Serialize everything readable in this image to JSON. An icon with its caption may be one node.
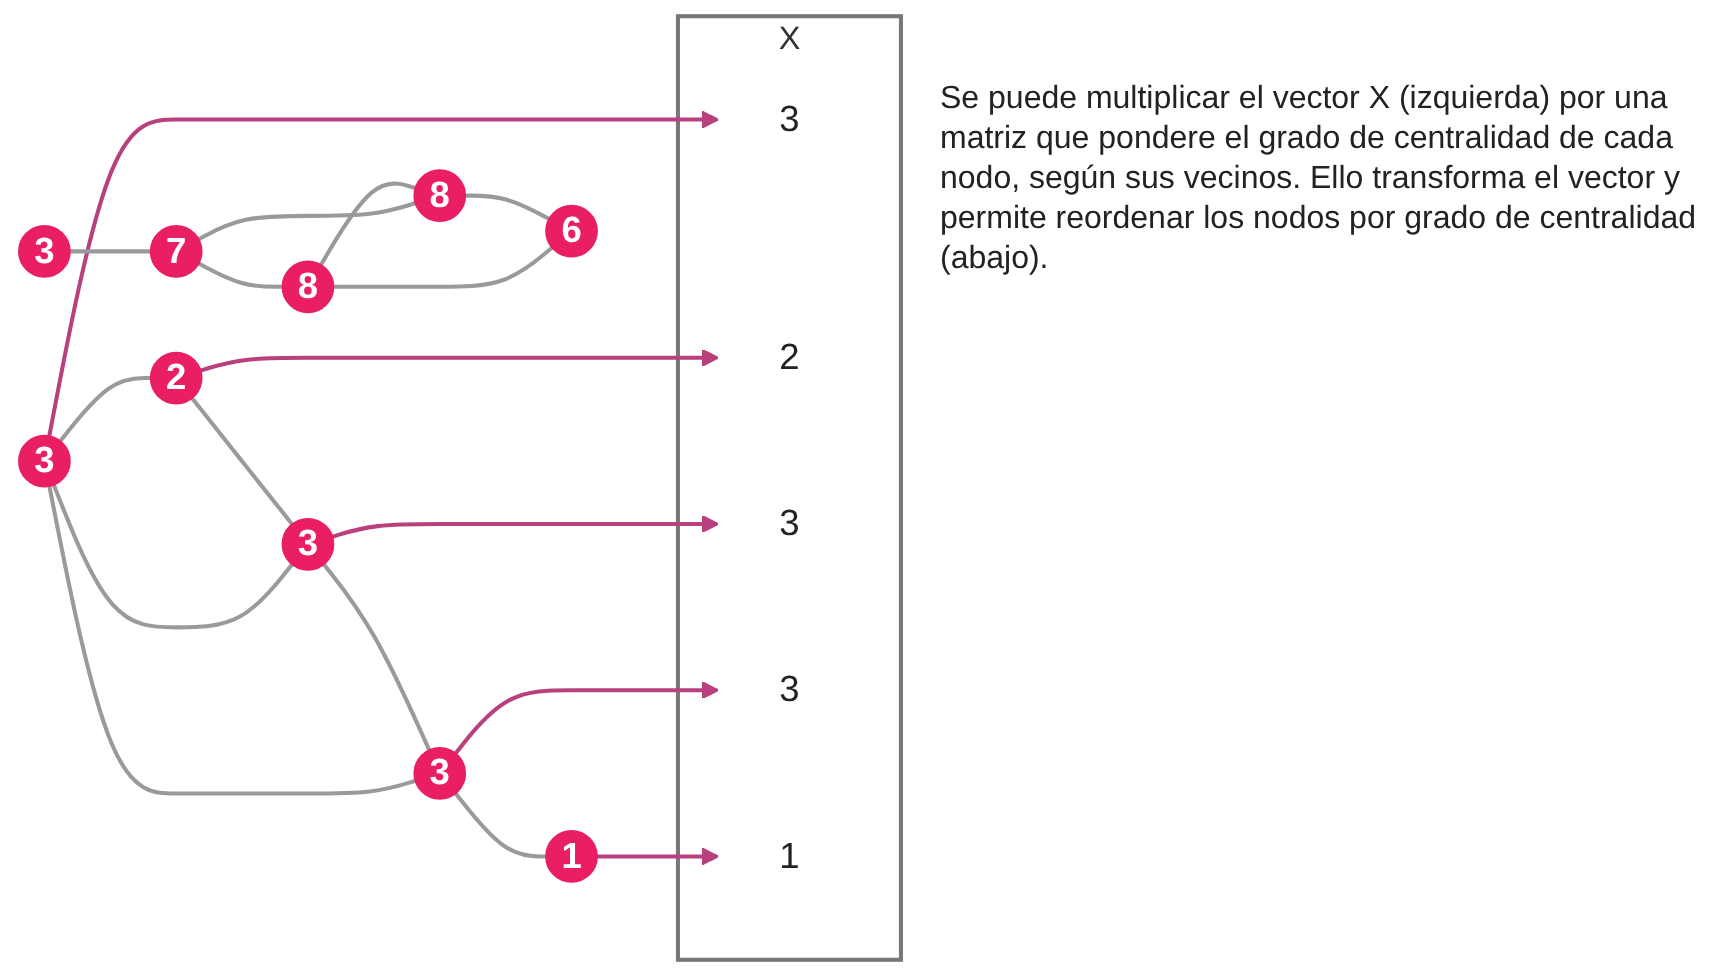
{
  "diagram": {
    "nodes": [
      {
        "text": [
          "3"
        ]
      },
      {
        "text": [
          "2"
        ]
      },
      {
        "text": [
          "3"
        ]
      },
      {
        "text": [
          "3"
        ]
      },
      {
        "text": [
          "1"
        ]
      },
      {
        "text": [
          "X"
        ]
      },
      {
        "text": [
          "3"
        ],
        "in": 5
      },
      {
        "text": [
          "2"
        ],
        "in": 5
      },
      {
        "text": [
          "3"
        ],
        "in": 5
      },
      {
        "text": [
          "3"
        ],
        "in": 5
      },
      {
        "text": [
          "1"
        ],
        "in": 5
      },
      {
        "text": [
          "3"
        ]
      },
      {
        "text": [
          "7"
        ]
      },
      {
        "text": [
          "8"
        ]
      },
      {
        "text": [
          "6"
        ]
      },
      {
        "text": [
          "8"
        ]
      }
    ],
    "edges": [
      {
        "from": 0,
        "to": 1,
        "arrow": "none"
      },
      {
        "from": 0,
        "to": 2,
        "arrow": "none"
      },
      {
        "from": 0,
        "to": 3,
        "arrow": "none"
      },
      {
        "from": 1,
        "to": 2,
        "arrow": "none"
      },
      {
        "from": 2,
        "to": 3,
        "arrow": "none"
      },
      {
        "from": 3,
        "to": 4,
        "arrow": "none"
      },
      {
        "from": 0,
        "to": 6,
        "arrow": "to",
        "color": "#b8407e"
      },
      {
        "from": 1,
        "to": 7,
        "arrow": "to",
        "color": "#b8407e"
      },
      {
        "from": 2,
        "to": 8,
        "arrow": "to",
        "color": "#b8407e"
      },
      {
        "from": 3,
        "to": 9,
        "arrow": "to",
        "color": "#b8407e"
      },
      {
        "from": 4,
        "to": 10,
        "arrow": "to",
        "color": "#b8407e"
      },
      {
        "from": 11,
        "to": 12,
        "arrow": "none"
      },
      {
        "from": 12,
        "to": 13,
        "arrow": "none"
      },
      {
        "from": 12,
        "to": 15,
        "arrow": "none"
      },
      {
        "from": 13,
        "to": 15,
        "arrow": "none"
      },
      {
        "from": 13,
        "to": 14,
        "arrow": "none"
      },
      {
        "from": 15,
        "to": 14,
        "arrow": "none"
      }
    ],
    "labels": [
      "Se puede multiplicar el vector X (izquierda) por una matriz que pondere el grado de centralidad de cada nodo, según sus vecinos. Ello transforma el vector y permite reordenar los nodos por grado de centralidad (abajo)."
    ]
  }
}
